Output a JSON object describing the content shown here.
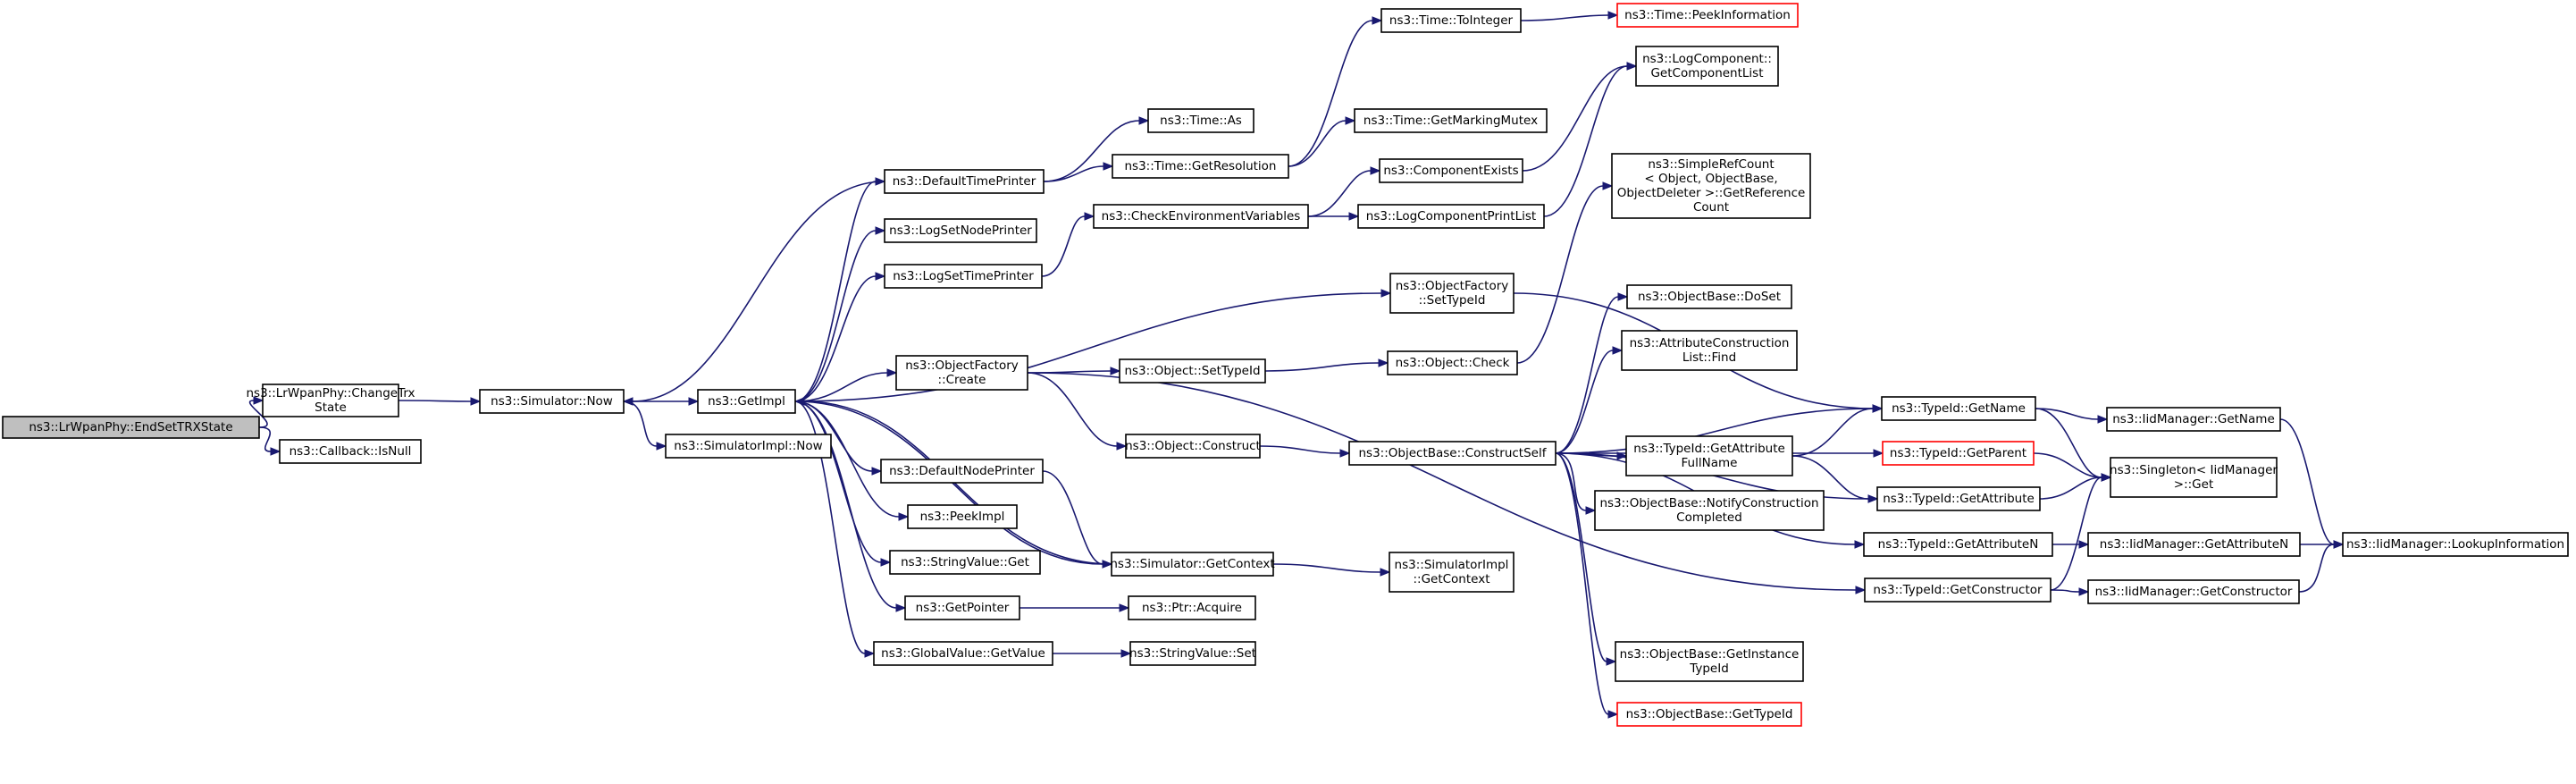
{
  "graph": {
    "edge_color": "#191970",
    "root_fill": "#bfbfbf",
    "nodes": [
      {
        "id": "endset",
        "lines": [
          "ns3::LrWpanPhy::EndSetTRXState"
        ],
        "root": true
      },
      {
        "id": "changetrx",
        "lines": [
          "ns3::LrWpanPhy::ChangeTrx",
          "State"
        ]
      },
      {
        "id": "isnull",
        "lines": [
          "ns3::Callback::IsNull"
        ]
      },
      {
        "id": "simnow",
        "lines": [
          "ns3::Simulator::Now"
        ]
      },
      {
        "id": "getimpl",
        "lines": [
          "ns3::GetImpl"
        ]
      },
      {
        "id": "simimplnow",
        "lines": [
          "ns3::SimulatorImpl::Now"
        ]
      },
      {
        "id": "deftimeprinter",
        "lines": [
          "ns3::DefaultTimePrinter"
        ]
      },
      {
        "id": "logsetnodeprinter",
        "lines": [
          "ns3::LogSetNodePrinter"
        ]
      },
      {
        "id": "logsettimeprinter",
        "lines": [
          "ns3::LogSetTimePrinter"
        ]
      },
      {
        "id": "objfactorycreate",
        "lines": [
          "ns3::ObjectFactory",
          "::Create"
        ]
      },
      {
        "id": "defnodeprinter",
        "lines": [
          "ns3::DefaultNodePrinter"
        ]
      },
      {
        "id": "peekimpl",
        "lines": [
          "ns3::PeekImpl"
        ]
      },
      {
        "id": "stringvalueget",
        "lines": [
          "ns3::StringValue::Get"
        ]
      },
      {
        "id": "getpointer",
        "lines": [
          "ns3::GetPointer"
        ]
      },
      {
        "id": "globalvaluegetvalue",
        "lines": [
          "ns3::GlobalValue::GetValue"
        ]
      },
      {
        "id": "timeas",
        "lines": [
          "ns3::Time::As"
        ]
      },
      {
        "id": "timegetresolution",
        "lines": [
          "ns3::Time::GetResolution"
        ]
      },
      {
        "id": "checkenv",
        "lines": [
          "ns3::CheckEnvironmentVariables"
        ]
      },
      {
        "id": "objectsettypeid",
        "lines": [
          "ns3::Object::SetTypeId"
        ]
      },
      {
        "id": "objectconstruct",
        "lines": [
          "ns3::Object::Construct"
        ]
      },
      {
        "id": "simgetcontext",
        "lines": [
          "ns3::Simulator::GetContext"
        ]
      },
      {
        "id": "ptracquire",
        "lines": [
          "ns3::Ptr::Acquire"
        ]
      },
      {
        "id": "stringvalueset",
        "lines": [
          "ns3::StringValue::Set"
        ]
      },
      {
        "id": "timetointeger",
        "lines": [
          "ns3::Time::ToInteger"
        ]
      },
      {
        "id": "timegetmarkingmutex",
        "lines": [
          "ns3::Time::GetMarkingMutex"
        ]
      },
      {
        "id": "componentexists",
        "lines": [
          "ns3::ComponentExists"
        ]
      },
      {
        "id": "logcomponentprintlist",
        "lines": [
          "ns3::LogComponentPrintList"
        ]
      },
      {
        "id": "objfactorysettypeid",
        "lines": [
          "ns3::ObjectFactory",
          "::SetTypeId"
        ]
      },
      {
        "id": "objectcheck",
        "lines": [
          "ns3::Object::Check"
        ]
      },
      {
        "id": "objbaseconstructself",
        "lines": [
          "ns3::ObjectBase::ConstructSelf"
        ]
      },
      {
        "id": "simimplgetcontext",
        "lines": [
          "ns3::SimulatorImpl",
          "::GetContext"
        ]
      },
      {
        "id": "timepeekinformation",
        "lines": [
          "ns3::Time::PeekInformation"
        ],
        "red": true
      },
      {
        "id": "logcomponentgetlist",
        "lines": [
          "ns3::LogComponent::",
          "GetComponentList"
        ]
      },
      {
        "id": "simplerefcount",
        "lines": [
          "ns3::SimpleRefCount",
          "< Object, ObjectBase,",
          "ObjectDeleter >::GetReference",
          "Count"
        ]
      },
      {
        "id": "objbasedoset",
        "lines": [
          "ns3::ObjectBase::DoSet"
        ]
      },
      {
        "id": "attrconstructionfind",
        "lines": [
          "ns3::AttributeConstruction",
          "List::Find"
        ]
      },
      {
        "id": "typeidgetattrfullname",
        "lines": [
          "ns3::TypeId::GetAttribute",
          "FullName"
        ]
      },
      {
        "id": "objbasenotify",
        "lines": [
          "ns3::ObjectBase::NotifyConstruction",
          "Completed"
        ]
      },
      {
        "id": "objbasegetinstancetypeid",
        "lines": [
          "ns3::ObjectBase::GetInstance",
          "TypeId"
        ]
      },
      {
        "id": "objbasegettypeid",
        "lines": [
          "ns3::ObjectBase::GetTypeId"
        ],
        "red": true
      },
      {
        "id": "typeidgetname",
        "lines": [
          "ns3::TypeId::GetName"
        ]
      },
      {
        "id": "typeidgetparent",
        "lines": [
          "ns3::TypeId::GetParent"
        ],
        "red": true
      },
      {
        "id": "typeidgetattribute",
        "lines": [
          "ns3::TypeId::GetAttribute"
        ]
      },
      {
        "id": "typeidgetattributen",
        "lines": [
          "ns3::TypeId::GetAttributeN"
        ]
      },
      {
        "id": "typeidgetconstructor",
        "lines": [
          "ns3::TypeId::GetConstructor"
        ]
      },
      {
        "id": "iidmgrgetname",
        "lines": [
          "ns3::IidManager::GetName"
        ]
      },
      {
        "id": "singletonget",
        "lines": [
          "ns3::Singleton< IidManager",
          ">::Get"
        ]
      },
      {
        "id": "iidmgrgetattributen",
        "lines": [
          "ns3::IidManager::GetAttributeN"
        ]
      },
      {
        "id": "iidmgrgetconstructor",
        "lines": [
          "ns3::IidManager::GetConstructor"
        ]
      },
      {
        "id": "iidmgrlookup",
        "lines": [
          "ns3::IidManager::LookupInformation"
        ]
      }
    ],
    "edges": [
      [
        "endset",
        "changetrx"
      ],
      [
        "endset",
        "isnull"
      ],
      [
        "changetrx",
        "simnow"
      ],
      [
        "simnow",
        "getimpl"
      ],
      [
        "simnow",
        "simimplnow"
      ],
      [
        "getimpl",
        "deftimeprinter"
      ],
      [
        "getimpl",
        "logsetnodeprinter"
      ],
      [
        "getimpl",
        "logsettimeprinter"
      ],
      [
        "getimpl",
        "objfactorysettypeid"
      ],
      [
        "getimpl",
        "objfactorycreate"
      ],
      [
        "getimpl",
        "defnodeprinter"
      ],
      [
        "getimpl",
        "peekimpl"
      ],
      [
        "getimpl",
        "stringvalueget"
      ],
      [
        "getimpl",
        "getpointer"
      ],
      [
        "getimpl",
        "globalvaluegetvalue"
      ],
      [
        "getimpl",
        "simgetcontext"
      ],
      [
        "deftimeprinter",
        "simnow"
      ],
      [
        "deftimeprinter",
        "timeas"
      ],
      [
        "deftimeprinter",
        "timegetresolution"
      ],
      [
        "logsettimeprinter",
        "checkenv"
      ],
      [
        "objfactorycreate",
        "objectsettypeid"
      ],
      [
        "objfactorycreate",
        "objectconstruct"
      ],
      [
        "objfactorycreate",
        "typeidgetconstructor"
      ],
      [
        "defnodeprinter",
        "simgetcontext"
      ],
      [
        "simgetcontext",
        "getimpl"
      ],
      [
        "simgetcontext",
        "simimplgetcontext"
      ],
      [
        "getpointer",
        "ptracquire"
      ],
      [
        "globalvaluegetvalue",
        "stringvalueset"
      ],
      [
        "timegetresolution",
        "timetointeger"
      ],
      [
        "timegetresolution",
        "timegetmarkingmutex"
      ],
      [
        "timetointeger",
        "timepeekinformation"
      ],
      [
        "checkenv",
        "componentexists"
      ],
      [
        "checkenv",
        "logcomponentprintlist"
      ],
      [
        "componentexists",
        "logcomponentgetlist"
      ],
      [
        "logcomponentprintlist",
        "logcomponentgetlist"
      ],
      [
        "objfactorysettypeid",
        "typeidgetname"
      ],
      [
        "objectsettypeid",
        "objectcheck"
      ],
      [
        "objectcheck",
        "simplerefcount"
      ],
      [
        "objectconstruct",
        "objbaseconstructself"
      ],
      [
        "objbaseconstructself",
        "objbasedoset"
      ],
      [
        "objbaseconstructself",
        "attrconstructionfind"
      ],
      [
        "objbaseconstructself",
        "typeidgetname"
      ],
      [
        "objbaseconstructself",
        "typeidgetparent"
      ],
      [
        "objbaseconstructself",
        "typeidgetattrfullname"
      ],
      [
        "objbaseconstructself",
        "objbasenotify"
      ],
      [
        "objbaseconstructself",
        "typeidgetattribute"
      ],
      [
        "objbaseconstructself",
        "typeidgetattributen"
      ],
      [
        "objbaseconstructself",
        "objbasegetinstancetypeid"
      ],
      [
        "objbaseconstructself",
        "objbasegettypeid"
      ],
      [
        "typeidgetattrfullname",
        "typeidgetname"
      ],
      [
        "typeidgetattrfullname",
        "typeidgetattribute"
      ],
      [
        "typeidgetname",
        "iidmgrgetname"
      ],
      [
        "typeidgetname",
        "singletonget"
      ],
      [
        "typeidgetparent",
        "singletonget"
      ],
      [
        "typeidgetattribute",
        "singletonget"
      ],
      [
        "typeidgetattributen",
        "iidmgrgetattributen"
      ],
      [
        "typeidgetconstructor",
        "singletonget"
      ],
      [
        "typeidgetconstructor",
        "iidmgrgetconstructor"
      ],
      [
        "iidmgrgetname",
        "iidmgrlookup"
      ],
      [
        "iidmgrgetattributen",
        "iidmgrlookup"
      ],
      [
        "iidmgrgetconstructor",
        "iidmgrlookup"
      ]
    ]
  }
}
